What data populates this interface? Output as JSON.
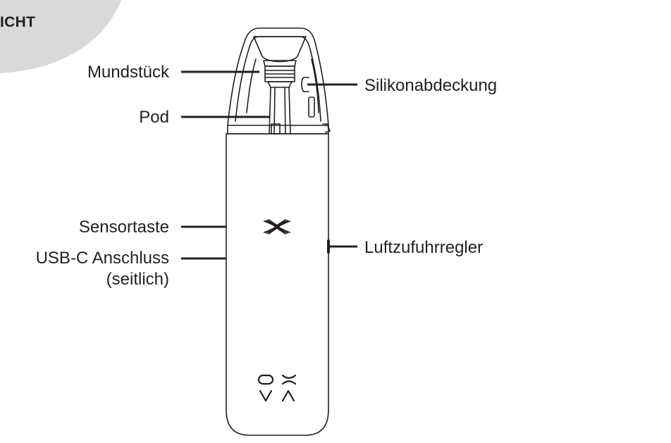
{
  "section_title": "ICHT",
  "labels": {
    "mouthpiece": "Mundstück",
    "pod": "Pod",
    "sensor_button": "Sensortaste",
    "usbc_line1": "USB-C Anschluss",
    "usbc_line2": "(seitlich)",
    "silicone_cover": "Silikonabdeckung",
    "airflow_control": "Luftzufuhrregler"
  },
  "colors": {
    "ink": "#231f20",
    "corner_grey": "#d9d9da",
    "background": "#ffffff"
  },
  "icons": [
    "oxva-x-logo-icon",
    "oxva-wordmark-icon"
  ]
}
